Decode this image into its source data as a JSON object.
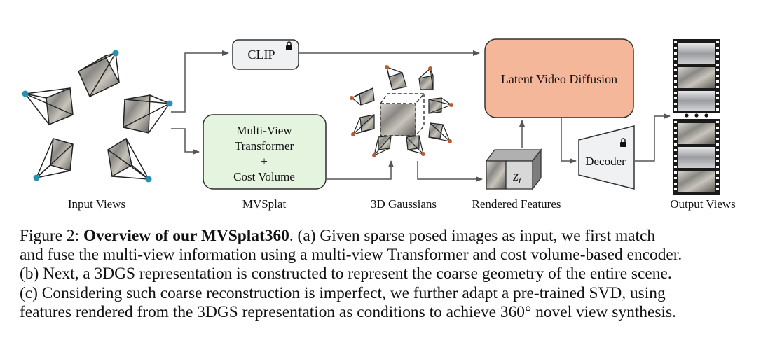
{
  "diagram": {
    "clip_label": "CLIP",
    "mvsplat_lines": [
      "Multi-View",
      "Transformer",
      "+",
      "Cost Volume"
    ],
    "diffusion_label": "Latent Video Diffusion",
    "decoder_label": "Decoder",
    "zt_label": "z",
    "zt_sub": "t",
    "labels": {
      "input_views": "Input Views",
      "mvsplat": "MVSplat",
      "gaussians": "3D Gaussians",
      "rendered_features": "Rendered Features",
      "output_views": "Output Views"
    },
    "colors": {
      "clip_fill": "#f0f1f3",
      "mvsplat_fill": "#e4f4de",
      "mvsplat_stroke": "#2d2d2d",
      "diffusion_fill": "#f5b79a",
      "decoder_fill": "#f0f1f3",
      "camera_dot": "#2a8fb0",
      "gaussian_dot": "#c05a2a",
      "arrow": "#555555"
    }
  },
  "caption": {
    "figure_label": "Figure 2:",
    "title": "Overview of our MVSplat360",
    "lines": [
      ". (a) Given sparse posed images as input, we first match",
      "and fuse the multi-view information using a multi-view Transformer and cost volume-based encoder.",
      "(b) Next, a 3DGS representation is constructed to represent the coarse geometry of the entire scene.",
      "(c) Considering such coarse reconstruction is imperfect, we further adapt a pre-trained SVD, using",
      "features rendered from the 3DGS representation as conditions to achieve 360° novel view synthesis."
    ]
  }
}
